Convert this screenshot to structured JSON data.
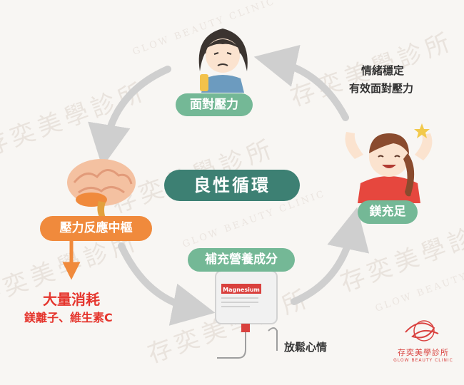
{
  "center_label": "良性循環",
  "nodes": {
    "stress": "面對壓力",
    "brain": "壓力反應中樞",
    "supplement": "補充營養成分",
    "magnesium_sufficient": "鎂充足"
  },
  "annotations": {
    "stable_line1": "情緒穩定",
    "stable_line2": "有效面對壓力",
    "relax": "放鬆心情",
    "consume_title": "大量消耗",
    "consume_detail": "鎂離子、維生素C"
  },
  "iv_bag_label": "Magnesium",
  "logo": {
    "name": "存奕美學診所",
    "sub": "GLOW BEAUTY CLINIC"
  },
  "watermark_text": "存奕美學診所",
  "watermark_sub": "GLOW BEAUTY CLINIC",
  "colors": {
    "green_pill": "#74b896",
    "center_pill": "#3d8073",
    "orange": "#f08a3c",
    "red_text": "#e5352d",
    "arrow_gray": "#cfcfcf"
  }
}
